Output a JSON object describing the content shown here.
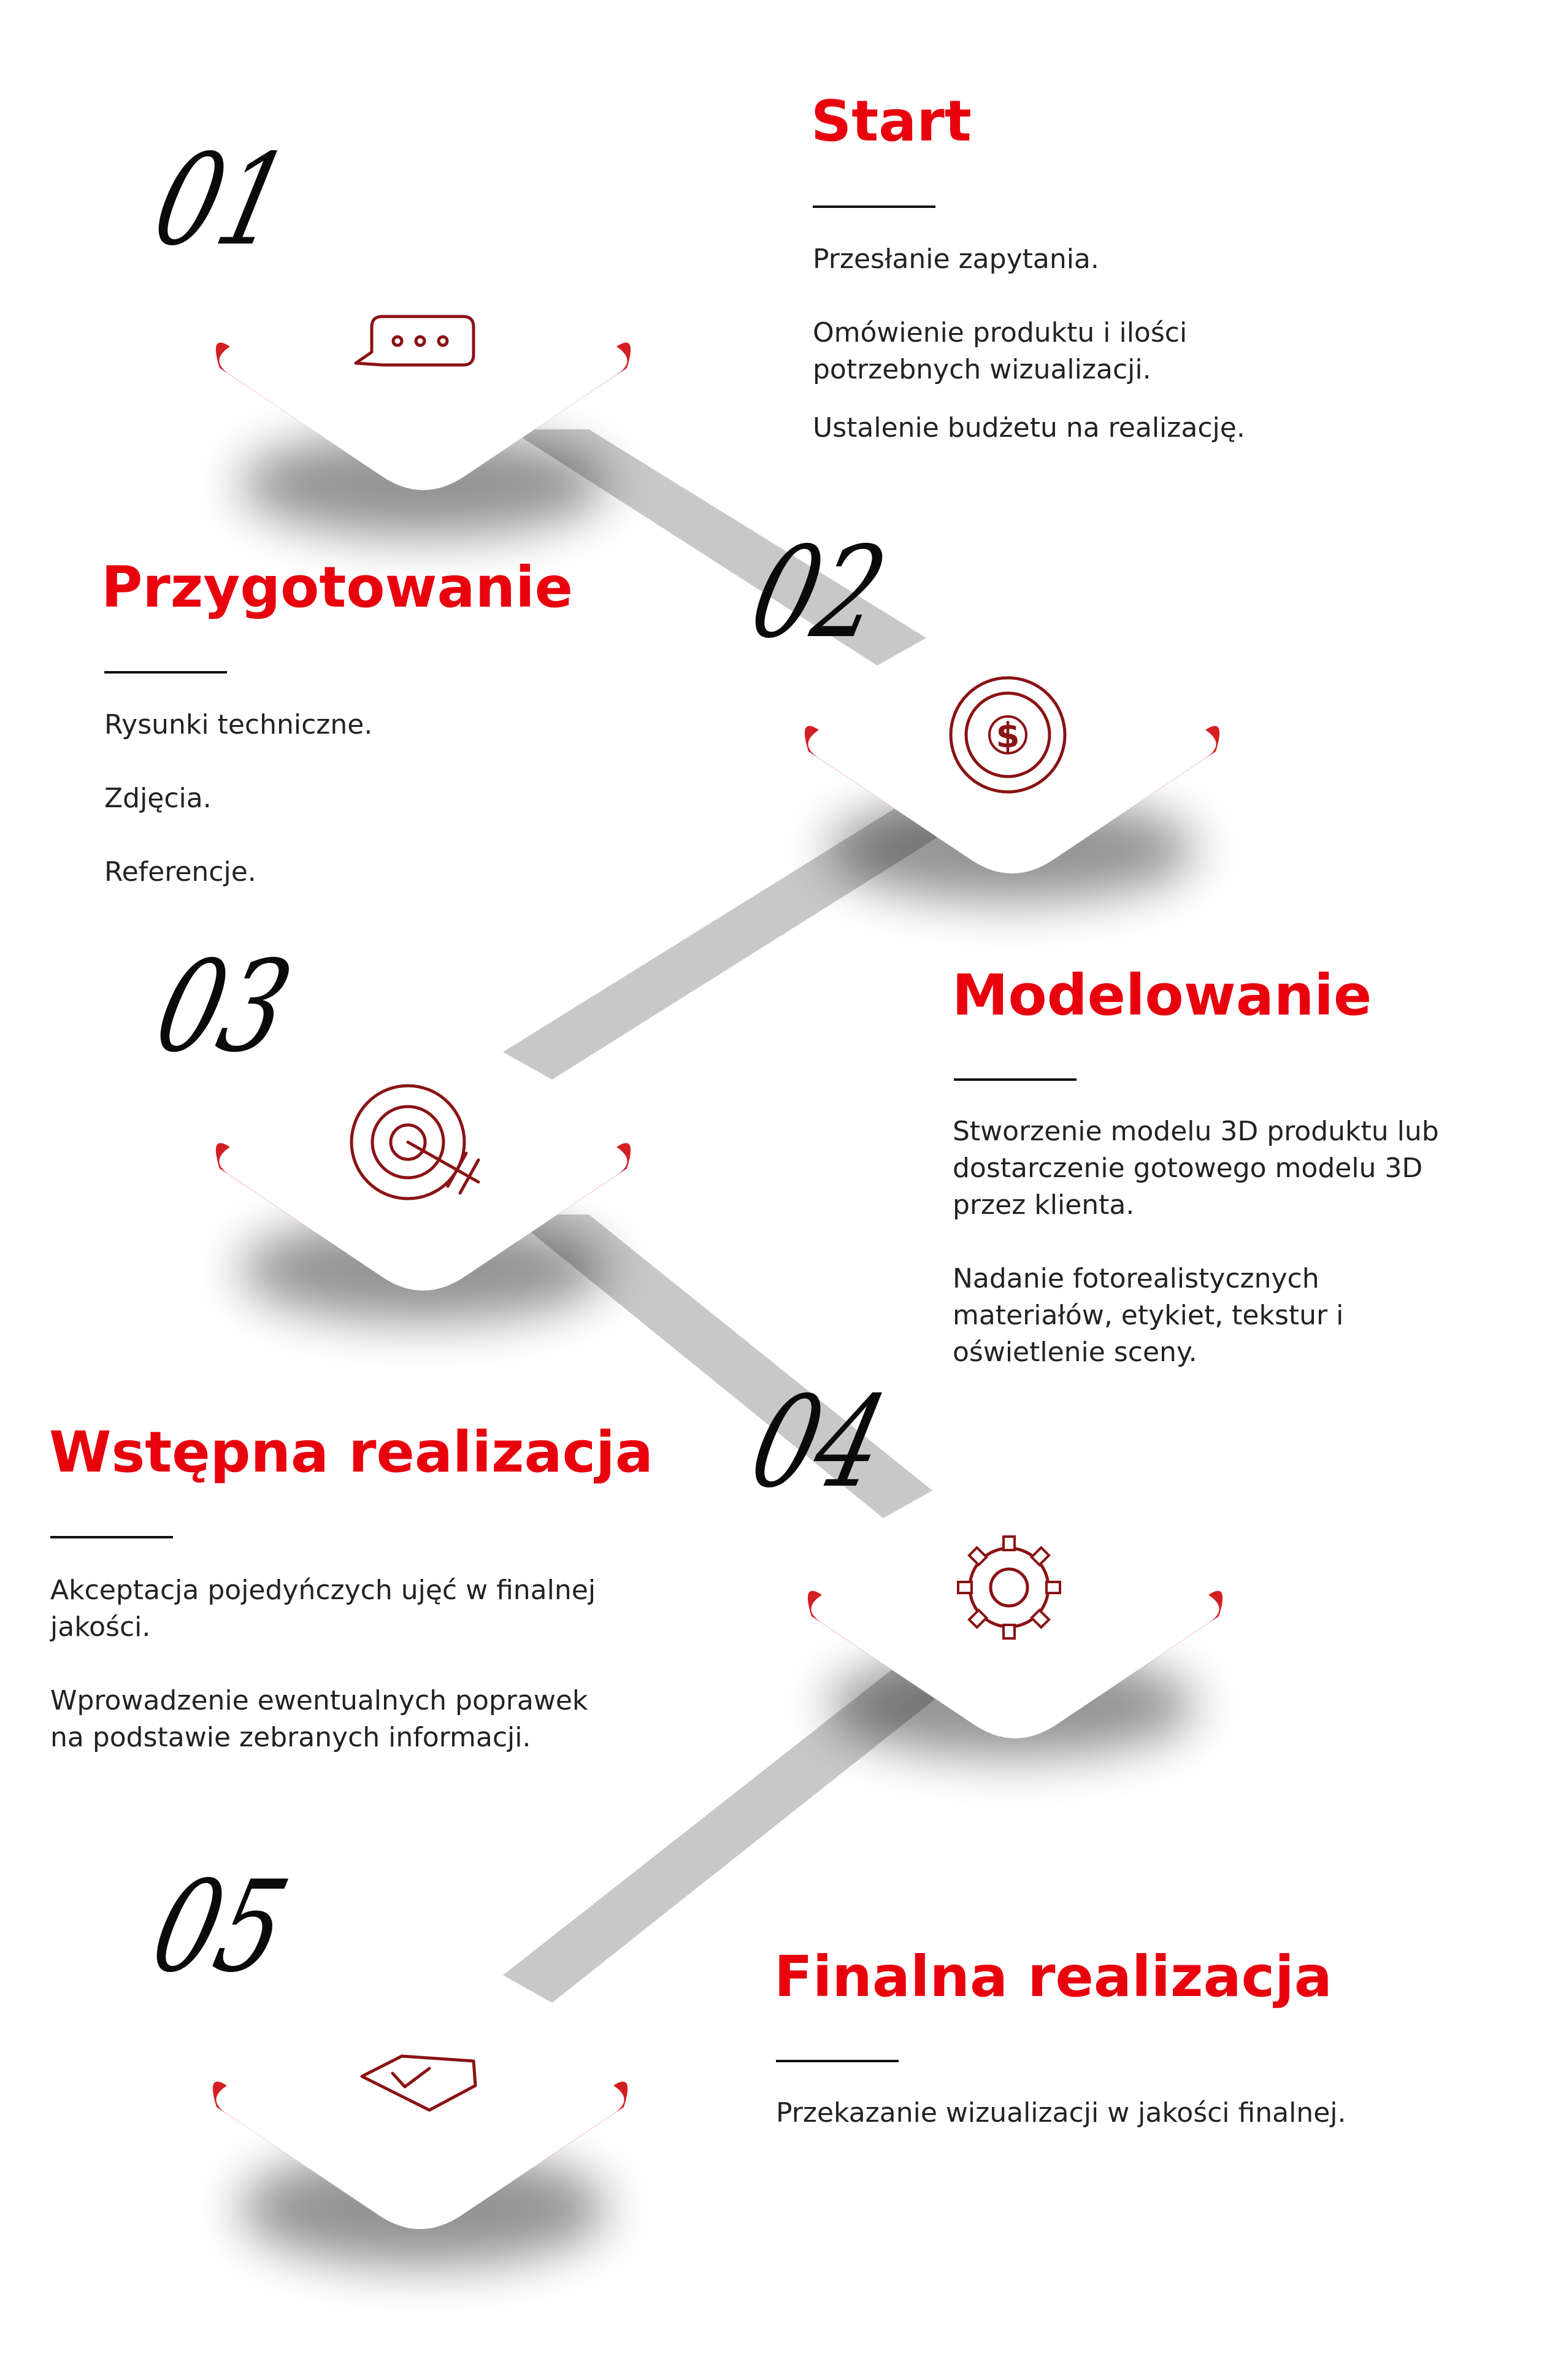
{
  "steps": [
    {
      "number": "01",
      "title": "Start",
      "icon": "chat-bubble-icon",
      "descriptions": [
        "Przesłanie zapytania.",
        "Omówienie produktu i ilości potrzebnych wizualizacji.",
        "Ustalenie budżetu na realizację."
      ]
    },
    {
      "number": "02",
      "title": "Przygotowanie",
      "icon": "dollar-coin-icon",
      "descriptions": [
        "Rysunki techniczne.",
        "Zdjęcia.",
        "Referencje."
      ]
    },
    {
      "number": "03",
      "title": "Modelowanie",
      "icon": "target-arrow-icon",
      "descriptions": [
        "Stworzenie modelu 3D produktu lub dostarczenie gotowego modelu 3D przez klienta.",
        "Nadanie fotorealistycznych materiałów, etykiet, tekstur i oświetlenie sceny."
      ]
    },
    {
      "number": "04",
      "title": "Wstępna realizacja",
      "icon": "gear-icon",
      "descriptions": [
        "Akceptacja pojedyńczych ujęć w finalnej jakości.",
        "Wprowadzenie ewentualnych poprawek na podstawie zebranych informacji."
      ]
    },
    {
      "number": "05",
      "title": "Finalna realizacja",
      "icon": "envelope-check-icon",
      "descriptions": [
        "Przekazanie wizualizacji w jakości finalnej."
      ]
    }
  ],
  "colors": {
    "accent": "#e8000d",
    "tile_edge": "#d41f22",
    "icon": "#8a1214",
    "text": "#222222",
    "number": "#0a0a0a",
    "connector": "#c8c8c8"
  }
}
